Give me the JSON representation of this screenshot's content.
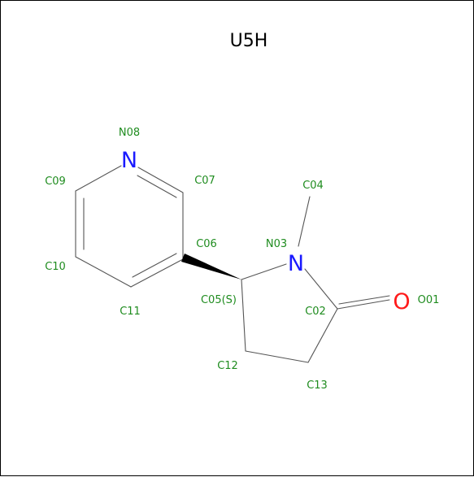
{
  "title": "U5H",
  "colors": {
    "label": "#1f8c1f",
    "nitrogen": "#1a1aff",
    "oxygen": "#ff1a1a",
    "bond": "#555555"
  },
  "atoms": {
    "N08": "N08",
    "C09": "C09",
    "C07": "C07",
    "C10": "C10",
    "C06": "C06",
    "C11": "C11",
    "C04": "C04",
    "N03": "N03",
    "C05": "C05(S)",
    "C02": "C02",
    "O01": "O01",
    "C12": "C12",
    "C13": "C13"
  },
  "elements": {
    "N08": "N",
    "N03": "N",
    "O01": "O"
  }
}
